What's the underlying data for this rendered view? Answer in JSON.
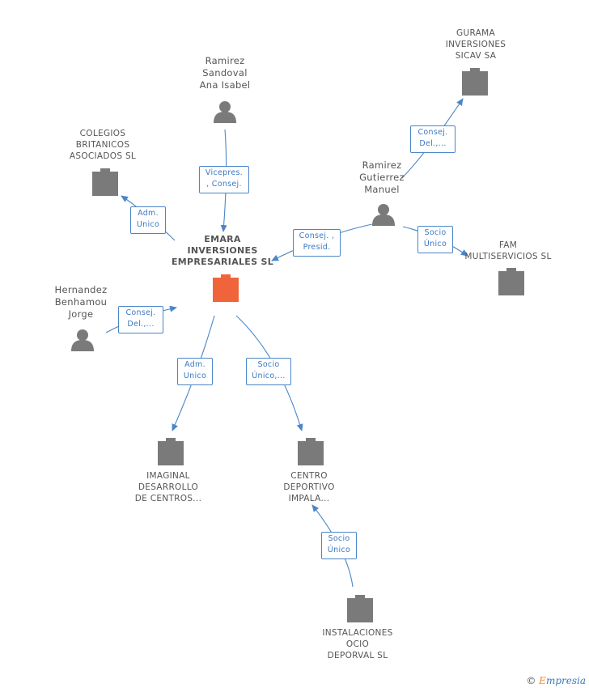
{
  "colors": {
    "building": "#7a7a7a",
    "center_building": "#f0643c",
    "person": "#7a7a7a",
    "edge": "#4a86c8"
  },
  "nodes": {
    "ramirez_sandoval": {
      "label": "Ramirez\nSandoval\nAna Isabel",
      "kind": "person"
    },
    "gurama": {
      "label": "GURAMA\nINVERSIONES\nSICAV SA",
      "kind": "company"
    },
    "colegios": {
      "label": "COLEGIOS\nBRITANICOS\nASOCIADOS SL",
      "kind": "company"
    },
    "ramirez_gutierrez": {
      "label": "Ramirez\nGutierrez\nManuel",
      "kind": "person"
    },
    "emara": {
      "label": "EMARA\nINVERSIONES\nEMPRESARIALES SL",
      "kind": "company-center"
    },
    "fam": {
      "label": "FAM\nMULTISERVICIOS SL",
      "kind": "company"
    },
    "hernandez": {
      "label": "Hernandez\nBenhamou\nJorge",
      "kind": "person"
    },
    "imaginal": {
      "label": "IMAGINAL\nDESARROLLO\nDE CENTROS...",
      "kind": "company"
    },
    "centro": {
      "label": "CENTRO\nDEPORTIVO\nIMPALA...",
      "kind": "company"
    },
    "instalaciones": {
      "label": "INSTALACIONES\nOCIO\nDEPORVAL SL",
      "kind": "company"
    }
  },
  "edges": {
    "vicepres": "Vicepres.\n, Consej.",
    "adm_colegios": "Adm.\nUnico",
    "consej_del_gurama": "Consej.\nDel.,...",
    "consej_presid": "Consej. ,\nPresid.",
    "socio_fam": "Socio\nÚnico",
    "consej_del_hernandez": "Consej.\nDel.,...",
    "adm_imaginal": "Adm.\nUnico",
    "socio_centro": "Socio\nÚnico,...",
    "socio_instalaciones": "Socio\nÚnico"
  },
  "watermark": {
    "symbol": "©",
    "brand_first": "E",
    "brand_rest": "mpresia"
  }
}
